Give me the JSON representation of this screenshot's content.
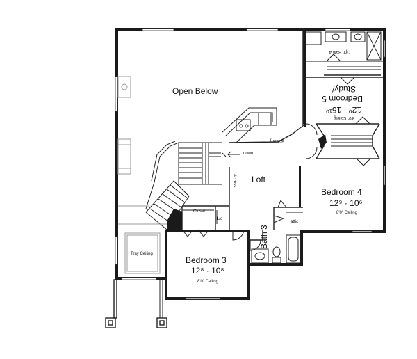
{
  "rooms": {
    "open_below": "Open Below",
    "study_line1": "Study/",
    "study_line2": "Bedroom 5",
    "study_dim": "12⁰ · 15¹⁰",
    "study_ceiling": "8'0\" Ceiling",
    "opt_bath": "Opt. Bath 4",
    "balcony": "Balcony",
    "down": "down",
    "loft": "Loft",
    "bedroom4": "Bedroom 4",
    "bedroom4_dim": "12⁹ · 10⁶",
    "bedroom4_ceiling": "8'0\" Ceiling",
    "closet": "Closet",
    "lc": "L/c",
    "attic": "attic",
    "bath3": "Bath 3",
    "bedroom3": "Bedroom 3",
    "bedroom3_dim": "12⁸ · 10⁸",
    "bedroom3_ceiling": "8'0\" Ceiling",
    "tray_ceiling": "Tray Ceiling",
    "access": "Access"
  }
}
